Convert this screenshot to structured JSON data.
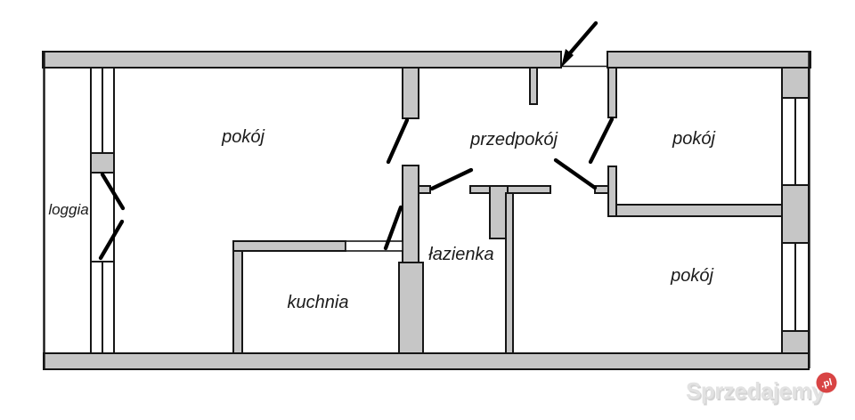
{
  "rooms": {
    "pokoj_left": {
      "label": "pokój"
    },
    "przedpokoj": {
      "label": "przedpokój"
    },
    "pokoj_top_right": {
      "label": "pokój"
    },
    "loggia": {
      "label": "loggia"
    },
    "lazienka": {
      "label": "łazienka"
    },
    "kuchnia": {
      "label": "kuchnia"
    },
    "pokoj_bottom_right": {
      "label": "pokój"
    }
  },
  "watermark": {
    "name": "Sprzedajemy",
    "tld": ".pl"
  },
  "colors": {
    "background": "#ffffff",
    "wall_fill": "#c6c6c6",
    "outline": "#161616",
    "door": "#000000",
    "label_text": "#1b1b1b",
    "watermark_gray": "#e2e2e2",
    "watermark_shadow": "#9e9e9e",
    "watermark_red": "#d84444"
  },
  "features": {
    "doors": [
      "entrance-door",
      "balcony-door-left-leaf",
      "balcony-door-right-leaf",
      "room-left-door",
      "bathroom-door",
      "bottom-room-door",
      "top-right-room-door",
      "kitchen-door"
    ],
    "windows": [
      "loggia-window-upper",
      "loggia-window-lower",
      "room-top-right-window",
      "room-bottom-right-window"
    ]
  }
}
